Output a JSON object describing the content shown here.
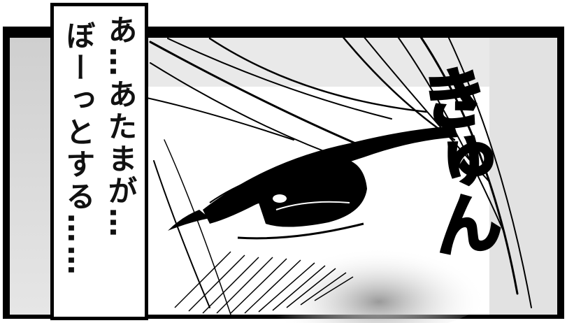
{
  "caption": {
    "line_1": "あ…あたまが…",
    "line_2": "ぼーっとする……"
  },
  "sound_effect": "きゅん",
  "colors": {
    "ink": "#000000",
    "paper": "#ffffff",
    "screentone": "#d9d9d9"
  }
}
